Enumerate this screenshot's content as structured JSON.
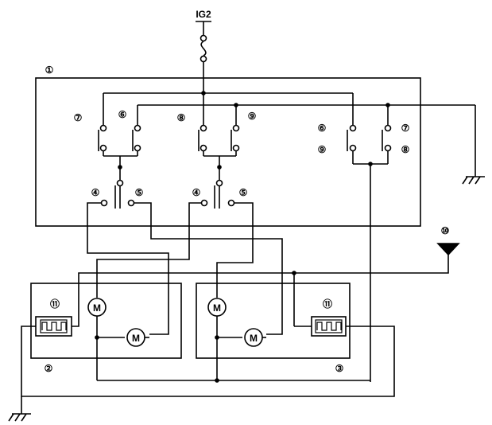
{
  "supply": {
    "label": "IG2"
  },
  "labels": {
    "n1": "①",
    "n2": "②",
    "n3": "③",
    "n4": "④",
    "n5": "⑤",
    "n6": "⑥",
    "n7": "⑦",
    "n8": "⑧",
    "n9": "⑨",
    "n10": "⑩",
    "n11": "⑪"
  },
  "motor": {
    "label": "M"
  }
}
